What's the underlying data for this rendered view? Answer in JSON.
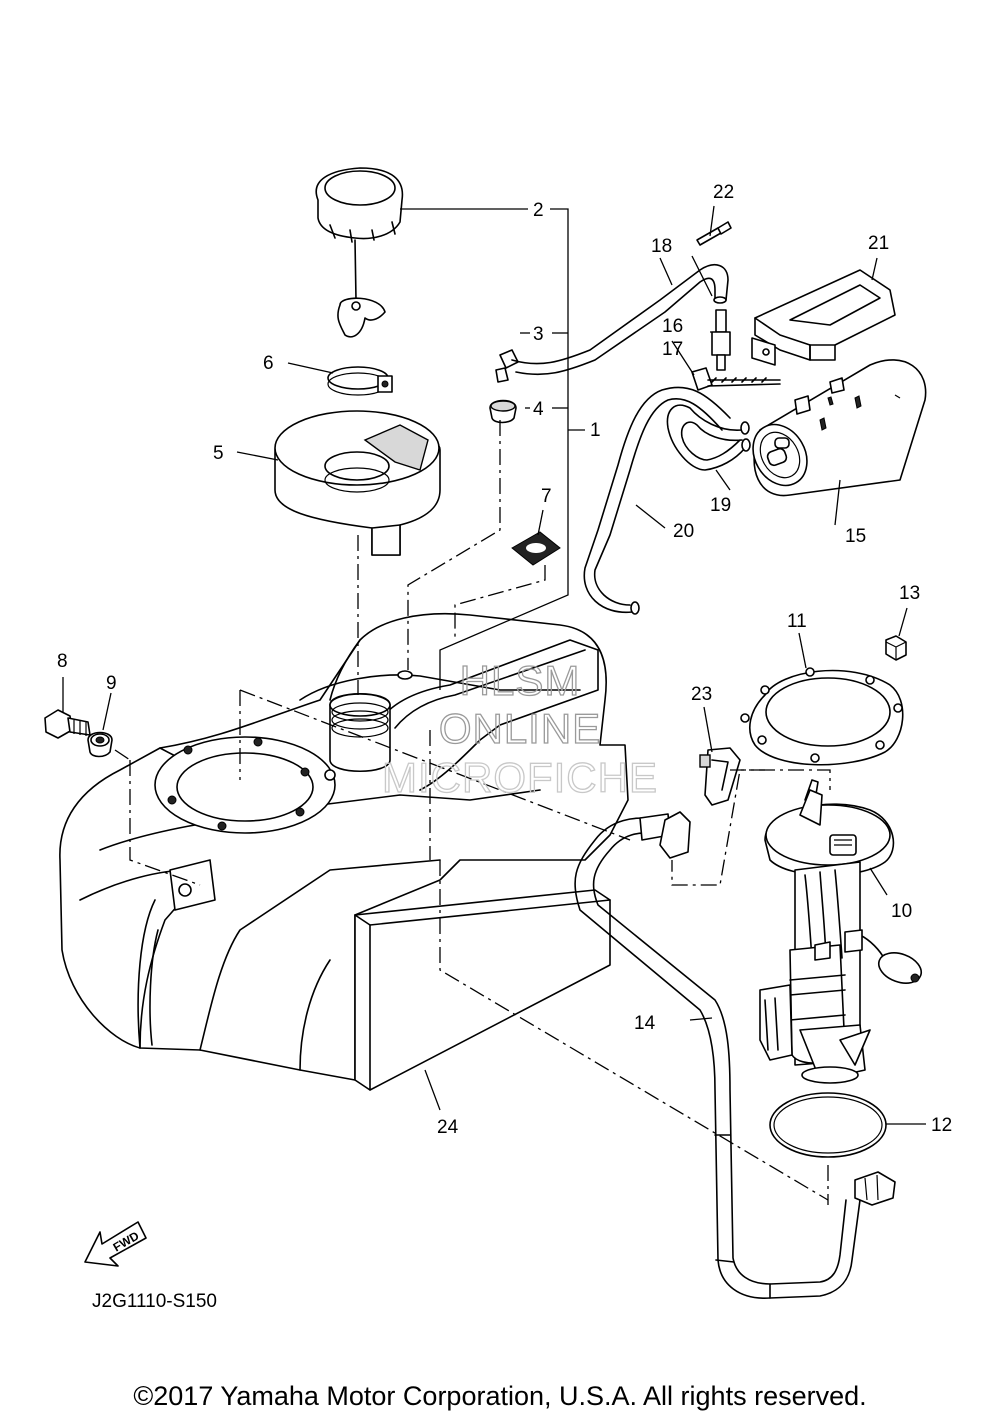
{
  "diagram": {
    "code": "J2G1110-S150",
    "fwd_label": "FWD",
    "watermark": [
      "HLSM",
      "ONLINE",
      "MICROFICHE"
    ],
    "copyright": "©2017 Yamaha Motor Corporation, U.S.A. All rights reserved.",
    "callouts": [
      "1",
      "2",
      "3",
      "4",
      "5",
      "6",
      "7",
      "8",
      "9",
      "10",
      "11",
      "12",
      "13",
      "14",
      "15",
      "16",
      "17",
      "18",
      "19",
      "20",
      "21",
      "22",
      "23",
      "24"
    ]
  }
}
